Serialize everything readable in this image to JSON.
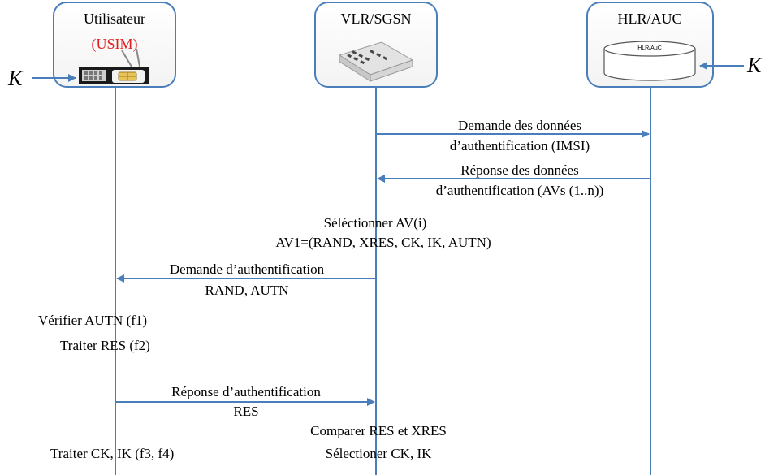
{
  "entities": {
    "user": {
      "title": "Utilisateur",
      "subtitle": "(USIM)"
    },
    "vlr": {
      "title": "VLR/SGSN"
    },
    "hlr": {
      "title": "HLR/AUC",
      "db_label": "HLR/AuC"
    }
  },
  "key_label_left": "K",
  "key_label_right": "K",
  "messages": {
    "m1": {
      "line1": "Demande des données",
      "line2": "d’authentification (IMSI)"
    },
    "m2": {
      "line1": "Réponse des données",
      "line2": "d’authentification (AVs (1..n))"
    },
    "m3": {
      "line1": "Demande d’authentification",
      "line2": "RAND, AUTN"
    },
    "m4": {
      "line1": "Réponse d’authentification",
      "line2": "RES"
    }
  },
  "notes": {
    "select_av": "Séléctionner AV(i)",
    "av1": "AV1=(RAND, XRES, CK, IK, AUTN)",
    "verify_autn": "Vérifier AUTN (f1)",
    "process_res": "Traiter RES (f2)",
    "compare": "Comparer RES et XRES",
    "select_ck": "Sélectioner CK, IK",
    "process_ck": "Traiter CK, IK (f3, f4)"
  },
  "colors": {
    "line": "#4a7ebb",
    "box_border": "#4a7ebb",
    "accent_red": "#e02020"
  }
}
